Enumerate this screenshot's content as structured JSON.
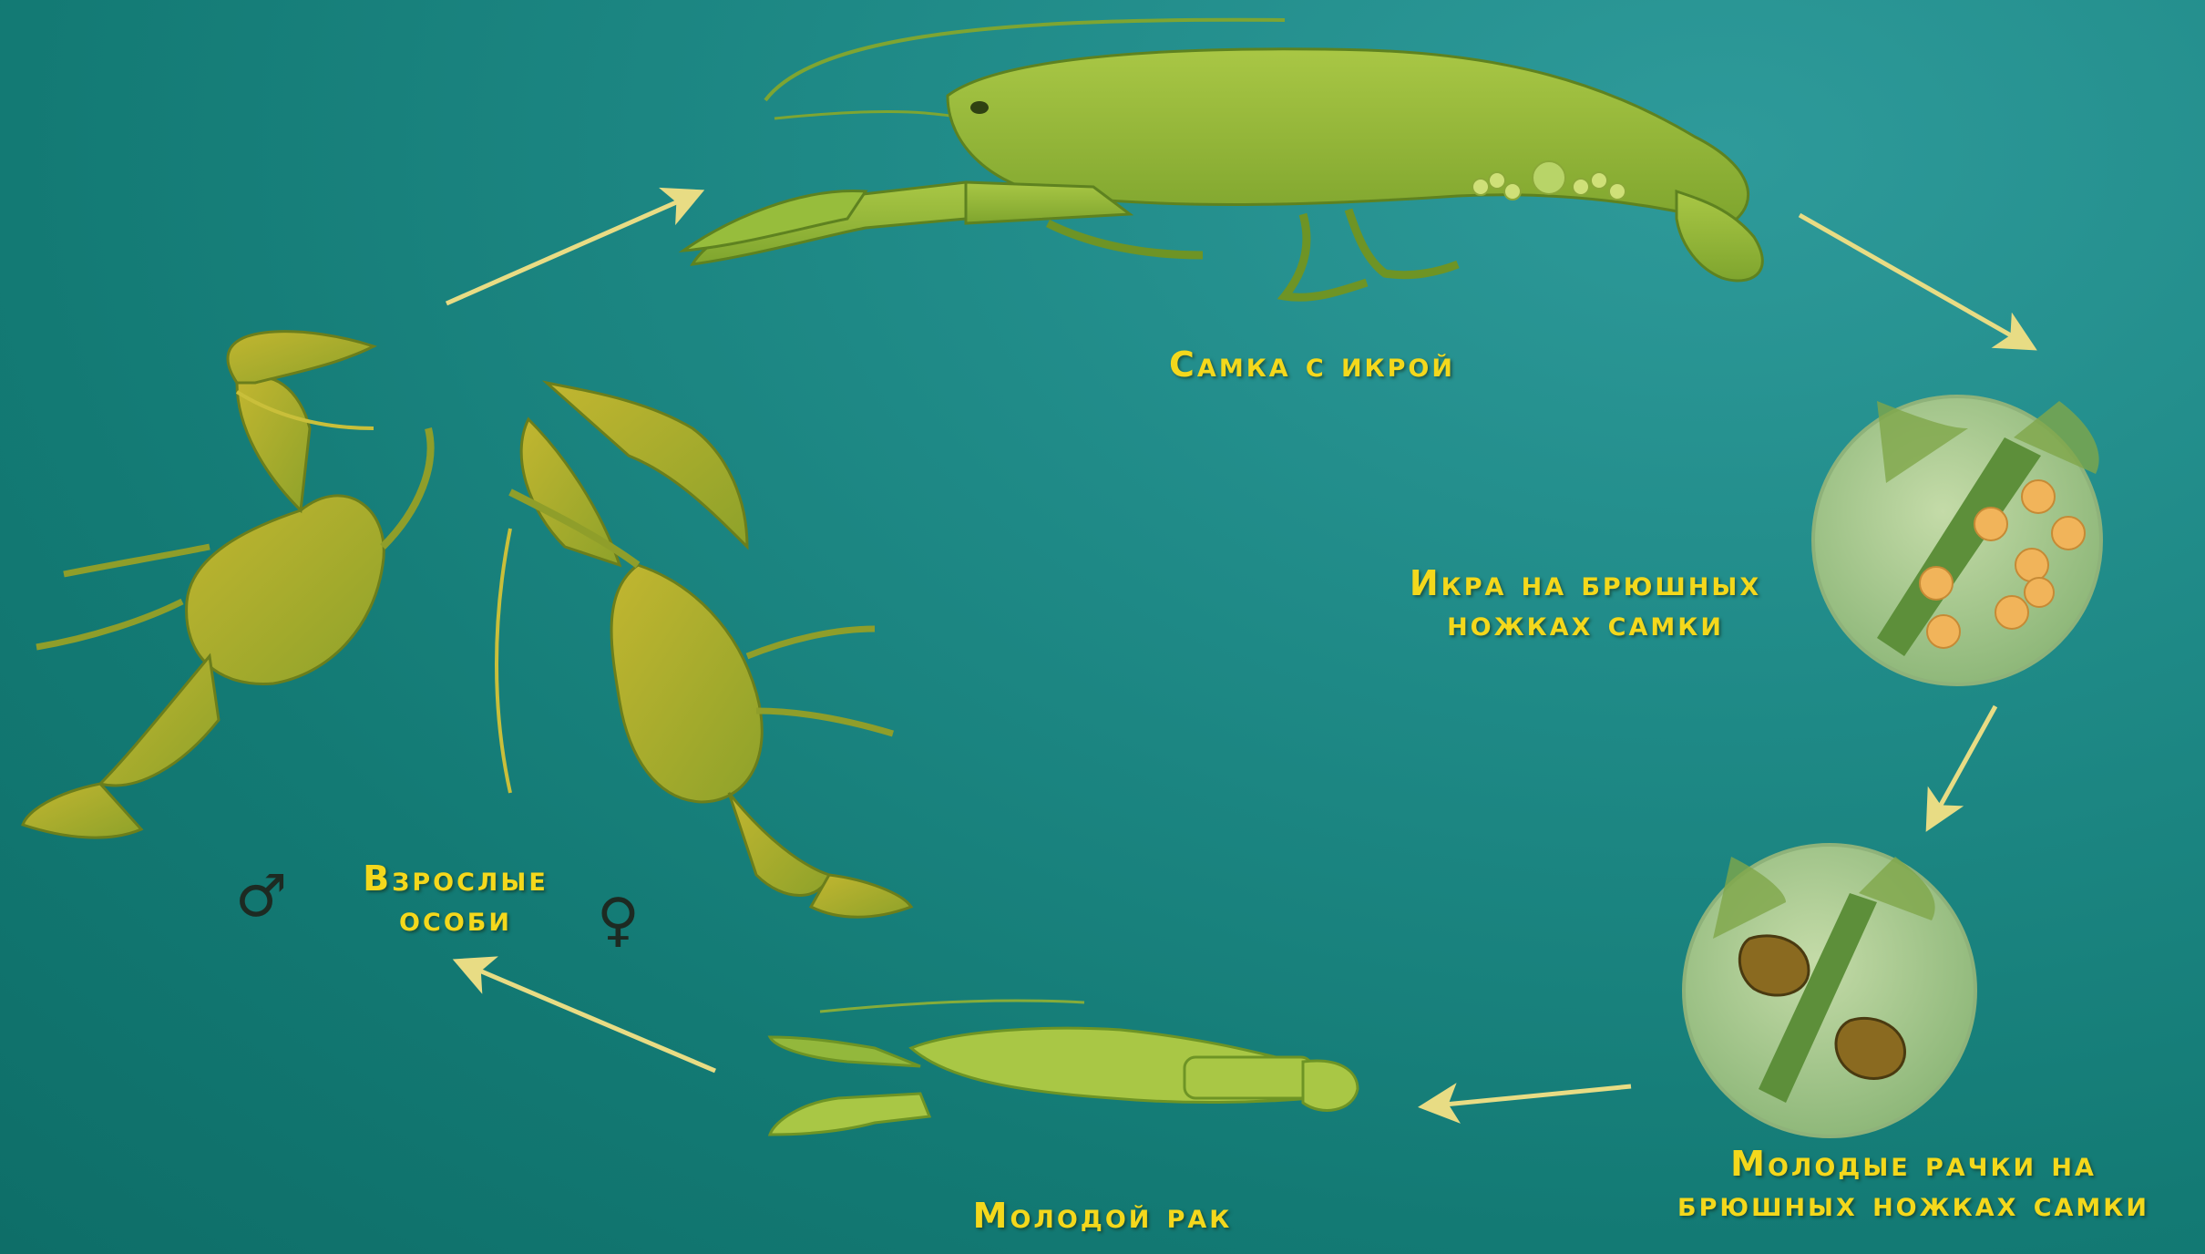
{
  "stages": {
    "female_with_eggs": "Самка с икрой",
    "eggs_on_legs": "Икра на брюшных ножках самки",
    "young_on_legs": "Молодые рачки на брюшных ножках самки",
    "young_crayfish": "Молодой рак",
    "adults": "Взрослые особи"
  },
  "symbols": {
    "male": "♂",
    "female": "♀"
  },
  "colors": {
    "background": "#137a74",
    "label": "#f4d81c",
    "arrow": "#e8dc84",
    "body_green": "#8fb83a",
    "body_yellow": "#b8b52a",
    "circle_fill": "#a8c890"
  },
  "icons": [
    "crayfish-female-silhouette",
    "egg-cluster-circle",
    "hatchling-circle",
    "young-crayfish",
    "adult-crayfish-pair"
  ]
}
